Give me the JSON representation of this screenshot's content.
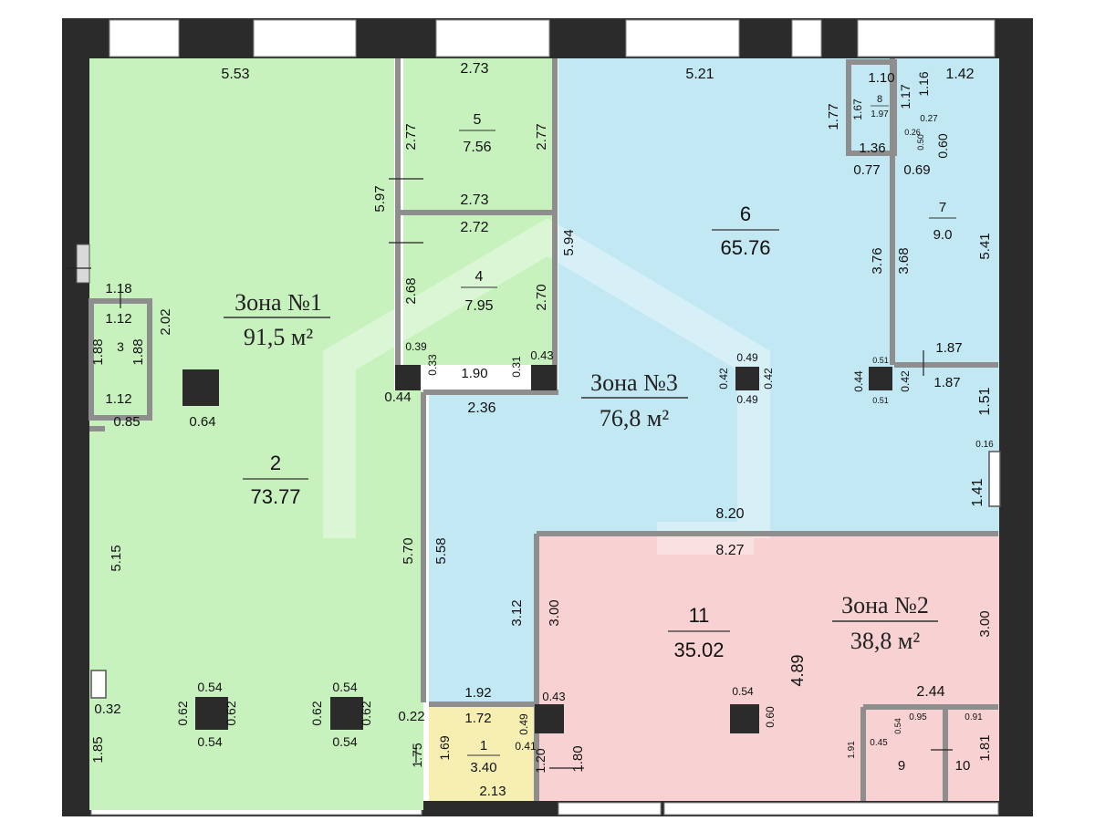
{
  "colors": {
    "zone1": "#c8f2bd",
    "zone2": "#f8d2d2",
    "zone3": "#c2e8f4",
    "room1": "#f7efb2",
    "wall": "#2b2b2b",
    "partition": "#8e8e8e",
    "window": "#ffffff"
  },
  "zones": [
    {
      "title": "Зона №1",
      "area": "91,5 м²"
    },
    {
      "title": "Зона №2",
      "area": "38,8 м²"
    },
    {
      "title": "Зона №3",
      "area": "76,8 м²"
    }
  ],
  "rooms": [
    {
      "number": "1",
      "area": "3.40"
    },
    {
      "number": "2",
      "area": "73.77"
    },
    {
      "number": "3",
      "area": ""
    },
    {
      "number": "4",
      "area": "7.95"
    },
    {
      "number": "5",
      "area": "7.56"
    },
    {
      "number": "6",
      "area": "65.76"
    },
    {
      "number": "7",
      "area": "9.0"
    },
    {
      "number": "8",
      "area": "1.97"
    },
    {
      "number": "9",
      "area": ""
    },
    {
      "number": "10",
      "area": ""
    },
    {
      "number": "11",
      "area": "35.02"
    }
  ],
  "dimensions": [
    "5.53",
    "2.73",
    "5.21",
    "1.10",
    "1.42",
    "1.16",
    "1.17",
    "1.77",
    "1.67",
    "0.27",
    "0.26",
    "0.50",
    "0.60",
    "1.36",
    "0.77",
    "0.69",
    "2.77",
    "2.77",
    "5.97",
    "2.73",
    "2.72",
    "5.94",
    "3.76",
    "3.68",
    "5.41",
    "1.18",
    "1.12",
    "2.02",
    "1.88",
    "1.88",
    "1.12",
    "2.68",
    "2.70",
    "0.39",
    "0.33",
    "1.90",
    "0.31",
    "0.43",
    "0.49",
    "0.42",
    "0.42",
    "0.49",
    "0.51",
    "0.44",
    "0.42",
    "0.51",
    "1.87",
    "1.87",
    "0.44",
    "2.36",
    "0.64",
    "0.85",
    "1.51",
    "0.16",
    "1.41",
    "8.20",
    "8.27",
    "5.15",
    "5.70",
    "5.58",
    "3.12",
    "3.00",
    "3.00",
    "4.89",
    "2.44",
    "0.54",
    "0.60",
    "0.54",
    "0.62",
    "0.62",
    "0.54",
    "0.54",
    "0.62",
    "0.62",
    "0.54",
    "0.32",
    "0.22",
    "1.92",
    "1.72",
    "0.43",
    "0.49",
    "1.85",
    "1.75",
    "1.69",
    "0.41",
    "1.20",
    "1.80",
    "2.13",
    "0.54",
    "0.95",
    "0.45",
    "1.91",
    "0.91",
    "1.81"
  ]
}
